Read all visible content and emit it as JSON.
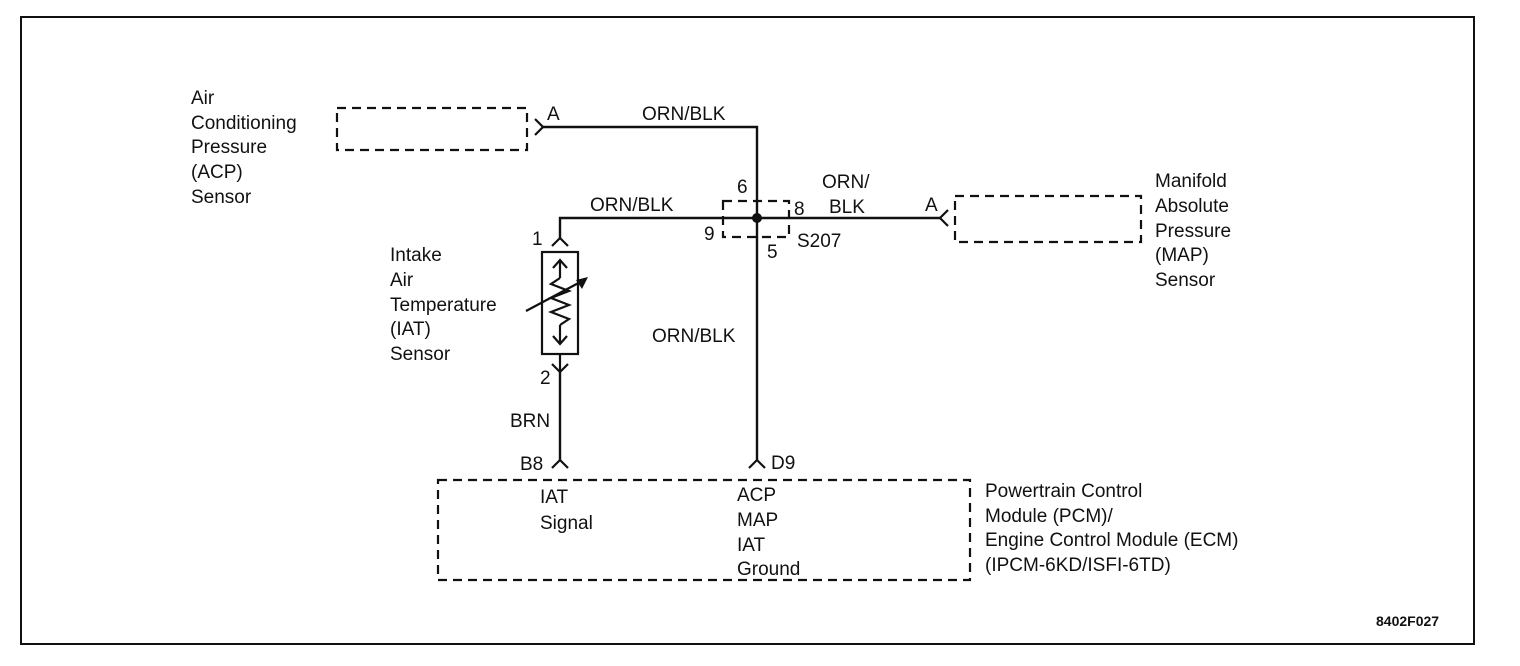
{
  "acp_sensor": {
    "label_lines": [
      "Air",
      "Conditioning",
      "Pressure",
      "(ACP)",
      "Sensor"
    ],
    "pin": "A"
  },
  "map_sensor": {
    "label_lines": [
      "Manifold",
      "Absolute",
      "Pressure",
      "(MAP)",
      "Sensor"
    ],
    "pin": "A"
  },
  "iat_sensor": {
    "label_lines": [
      "Intake",
      "Air",
      "Temperature",
      "(IAT)",
      "Sensor"
    ],
    "pin_top": "1",
    "pin_bottom": "2"
  },
  "splice": {
    "name": "S207",
    "pin_top": "6",
    "pin_right": "8",
    "pin_left": "9",
    "pin_bottom": "5"
  },
  "wires": {
    "acp_wire": "ORN/BLK",
    "iat_wire": "ORN/BLK",
    "map_wire_lines": [
      "ORN/",
      "BLK"
    ],
    "ground_wire": "ORN/BLK",
    "iat_signal_wire": "BRN"
  },
  "pcm": {
    "pin_iat": "B8",
    "pin_ground": "D9",
    "iat_signal_lines": [
      "IAT",
      "Signal"
    ],
    "ground_lines": [
      "ACP",
      "MAP",
      "IAT",
      "Ground"
    ],
    "label_lines": [
      "Powertrain Control",
      "Module (PCM)/",
      "Engine Control Module (ECM)",
      "(IPCM-6KD/ISFI-6TD)"
    ]
  },
  "figure_code": "8402F027"
}
